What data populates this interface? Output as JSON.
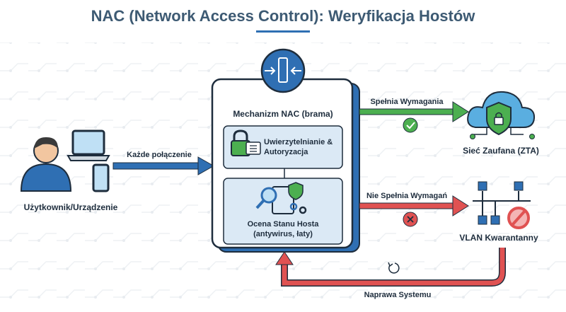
{
  "title": "NAC (Network Access Control): Weryfikacja Hostów",
  "user": {
    "label": "Użytkownik/Urządzenie",
    "icons": [
      "person-icon",
      "laptop-icon",
      "phone-icon"
    ]
  },
  "connection": {
    "label": "Każde połączenie"
  },
  "nac": {
    "label": "Mechanizm NAC (brama)",
    "auth": {
      "line1": "Uwierzytelnianie &",
      "line2": "Autoryzacja"
    },
    "assess": {
      "line1": "Ocena Stanu Hosta",
      "line2": "(antywirus, łaty)"
    }
  },
  "pass": {
    "label": "Spełnia Wymagania",
    "target": "Sieć Zaufana (ZTA)"
  },
  "fail": {
    "label": "Nie Spełnia Wymagań",
    "target": "VLAN Kwarantanny"
  },
  "remediation": {
    "label": "Naprawa Systemu"
  },
  "colors": {
    "title": "#3d5a73",
    "blue": "#2f6fb3",
    "green": "#4caf50",
    "red": "#e05252",
    "panel": "#dbe9f5"
  }
}
